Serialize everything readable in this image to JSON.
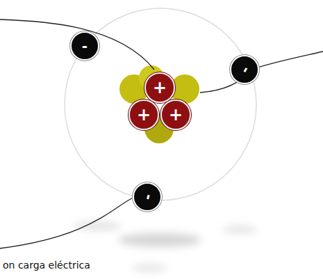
{
  "diagram": {
    "nodes": [
      {
        "text": [
          "-"
        ]
      },
      {
        "text": [
          "+"
        ]
      },
      {
        "text": [
          "-"
        ]
      },
      {
        "text": [
          "+"
        ]
      },
      {
        "text": [
          "+"
        ]
      },
      {
        "text": [
          "-"
        ]
      }
    ],
    "labels": [
      "on carga eléctrica"
    ]
  }
}
